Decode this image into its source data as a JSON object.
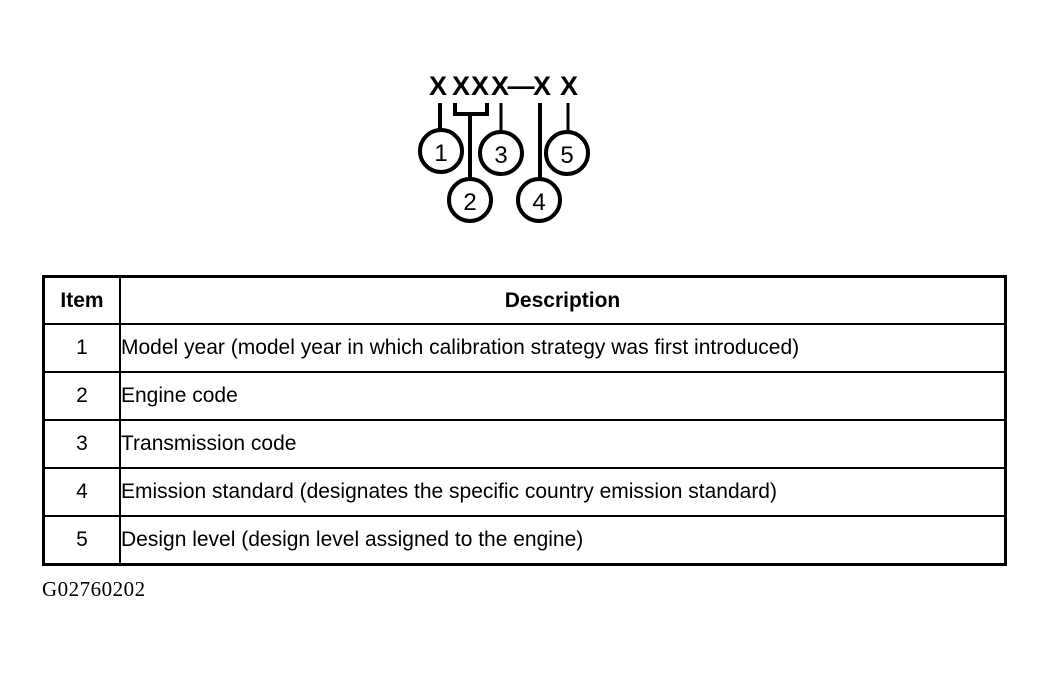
{
  "figure": {
    "code_pattern": "X XX X—X X",
    "code_characters": [
      "X",
      "X",
      "X",
      "X",
      "—",
      "X",
      "X"
    ],
    "callout_numbers": [
      "1",
      "2",
      "3",
      "4",
      "5"
    ],
    "caption": "G02760202"
  },
  "table": {
    "headers": {
      "item": "Item",
      "description": "Description"
    },
    "rows": [
      {
        "item": "1",
        "description": "Model year (model year in which calibration strategy was first introduced)"
      },
      {
        "item": "2",
        "description": "Engine code"
      },
      {
        "item": "3",
        "description": "Transmission code"
      },
      {
        "item": "4",
        "description": "Emission standard (designates the specific country emission standard)"
      },
      {
        "item": "5",
        "description": "Design level (design level assigned to the engine)"
      }
    ]
  },
  "colors": {
    "ink": "#000000",
    "page": "#ffffff"
  }
}
